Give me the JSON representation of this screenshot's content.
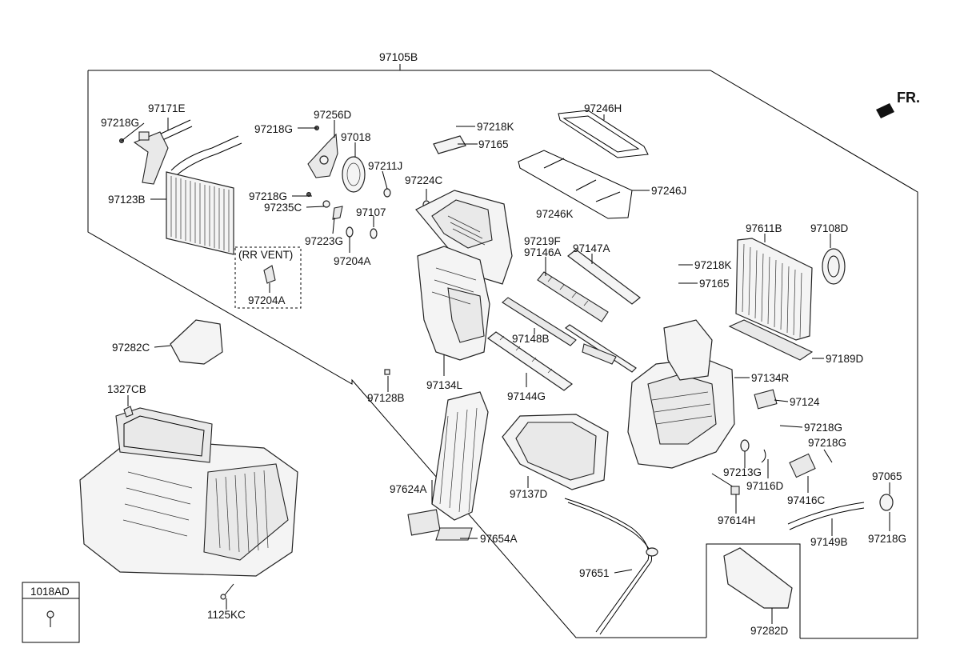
{
  "diagram": {
    "assembly_label": "97105B",
    "direction_label": "FR.",
    "inset_label": "(RR VENT)",
    "legend_code": "1018AD",
    "parts": {
      "p97105B": "97105B",
      "p97171E": "97171E",
      "p97218G_a": "97218G",
      "p97123B": "97123B",
      "p97256D": "97256D",
      "p97218G_b": "97218G",
      "p97018": "97018",
      "p97211J": "97211J",
      "p97224C": "97224C",
      "p97218K_a": "97218K",
      "p97165_a": "97165",
      "p97246H": "97246H",
      "p97246J": "97246J",
      "p97246K": "97246K",
      "p97218G_c": "97218G",
      "p97235C": "97235C",
      "p97107": "97107",
      "p97223G": "97223G",
      "p97204A_a": "97204A",
      "p97204A_b": "97204A",
      "p97219F": "97219F",
      "p97146A": "97146A",
      "p97147A": "97147A",
      "p97611B": "97611B",
      "p97108D": "97108D",
      "p97218K_b": "97218K",
      "p97165_b": "97165",
      "p97282C": "97282C",
      "p97148B": "97148B",
      "p97189D": "97189D",
      "p97134R": "97134R",
      "p97134L": "97134L",
      "p97128B": "97128B",
      "p97144G": "97144G",
      "p97124": "97124",
      "p1327CB": "1327CB",
      "p97218G_d": "97218G",
      "p97218G_e": "97218G",
      "p97213G": "97213G",
      "p97116D": "97116D",
      "p97065": "97065",
      "p97624A": "97624A",
      "p97137D": "97137D",
      "p97416C": "97416C",
      "p97614H": "97614H",
      "p97654A": "97654A",
      "p97149B": "97149B",
      "p97218G_f": "97218G",
      "p97651": "97651",
      "p1125KC": "1125KC",
      "p97282D": "97282D"
    }
  }
}
